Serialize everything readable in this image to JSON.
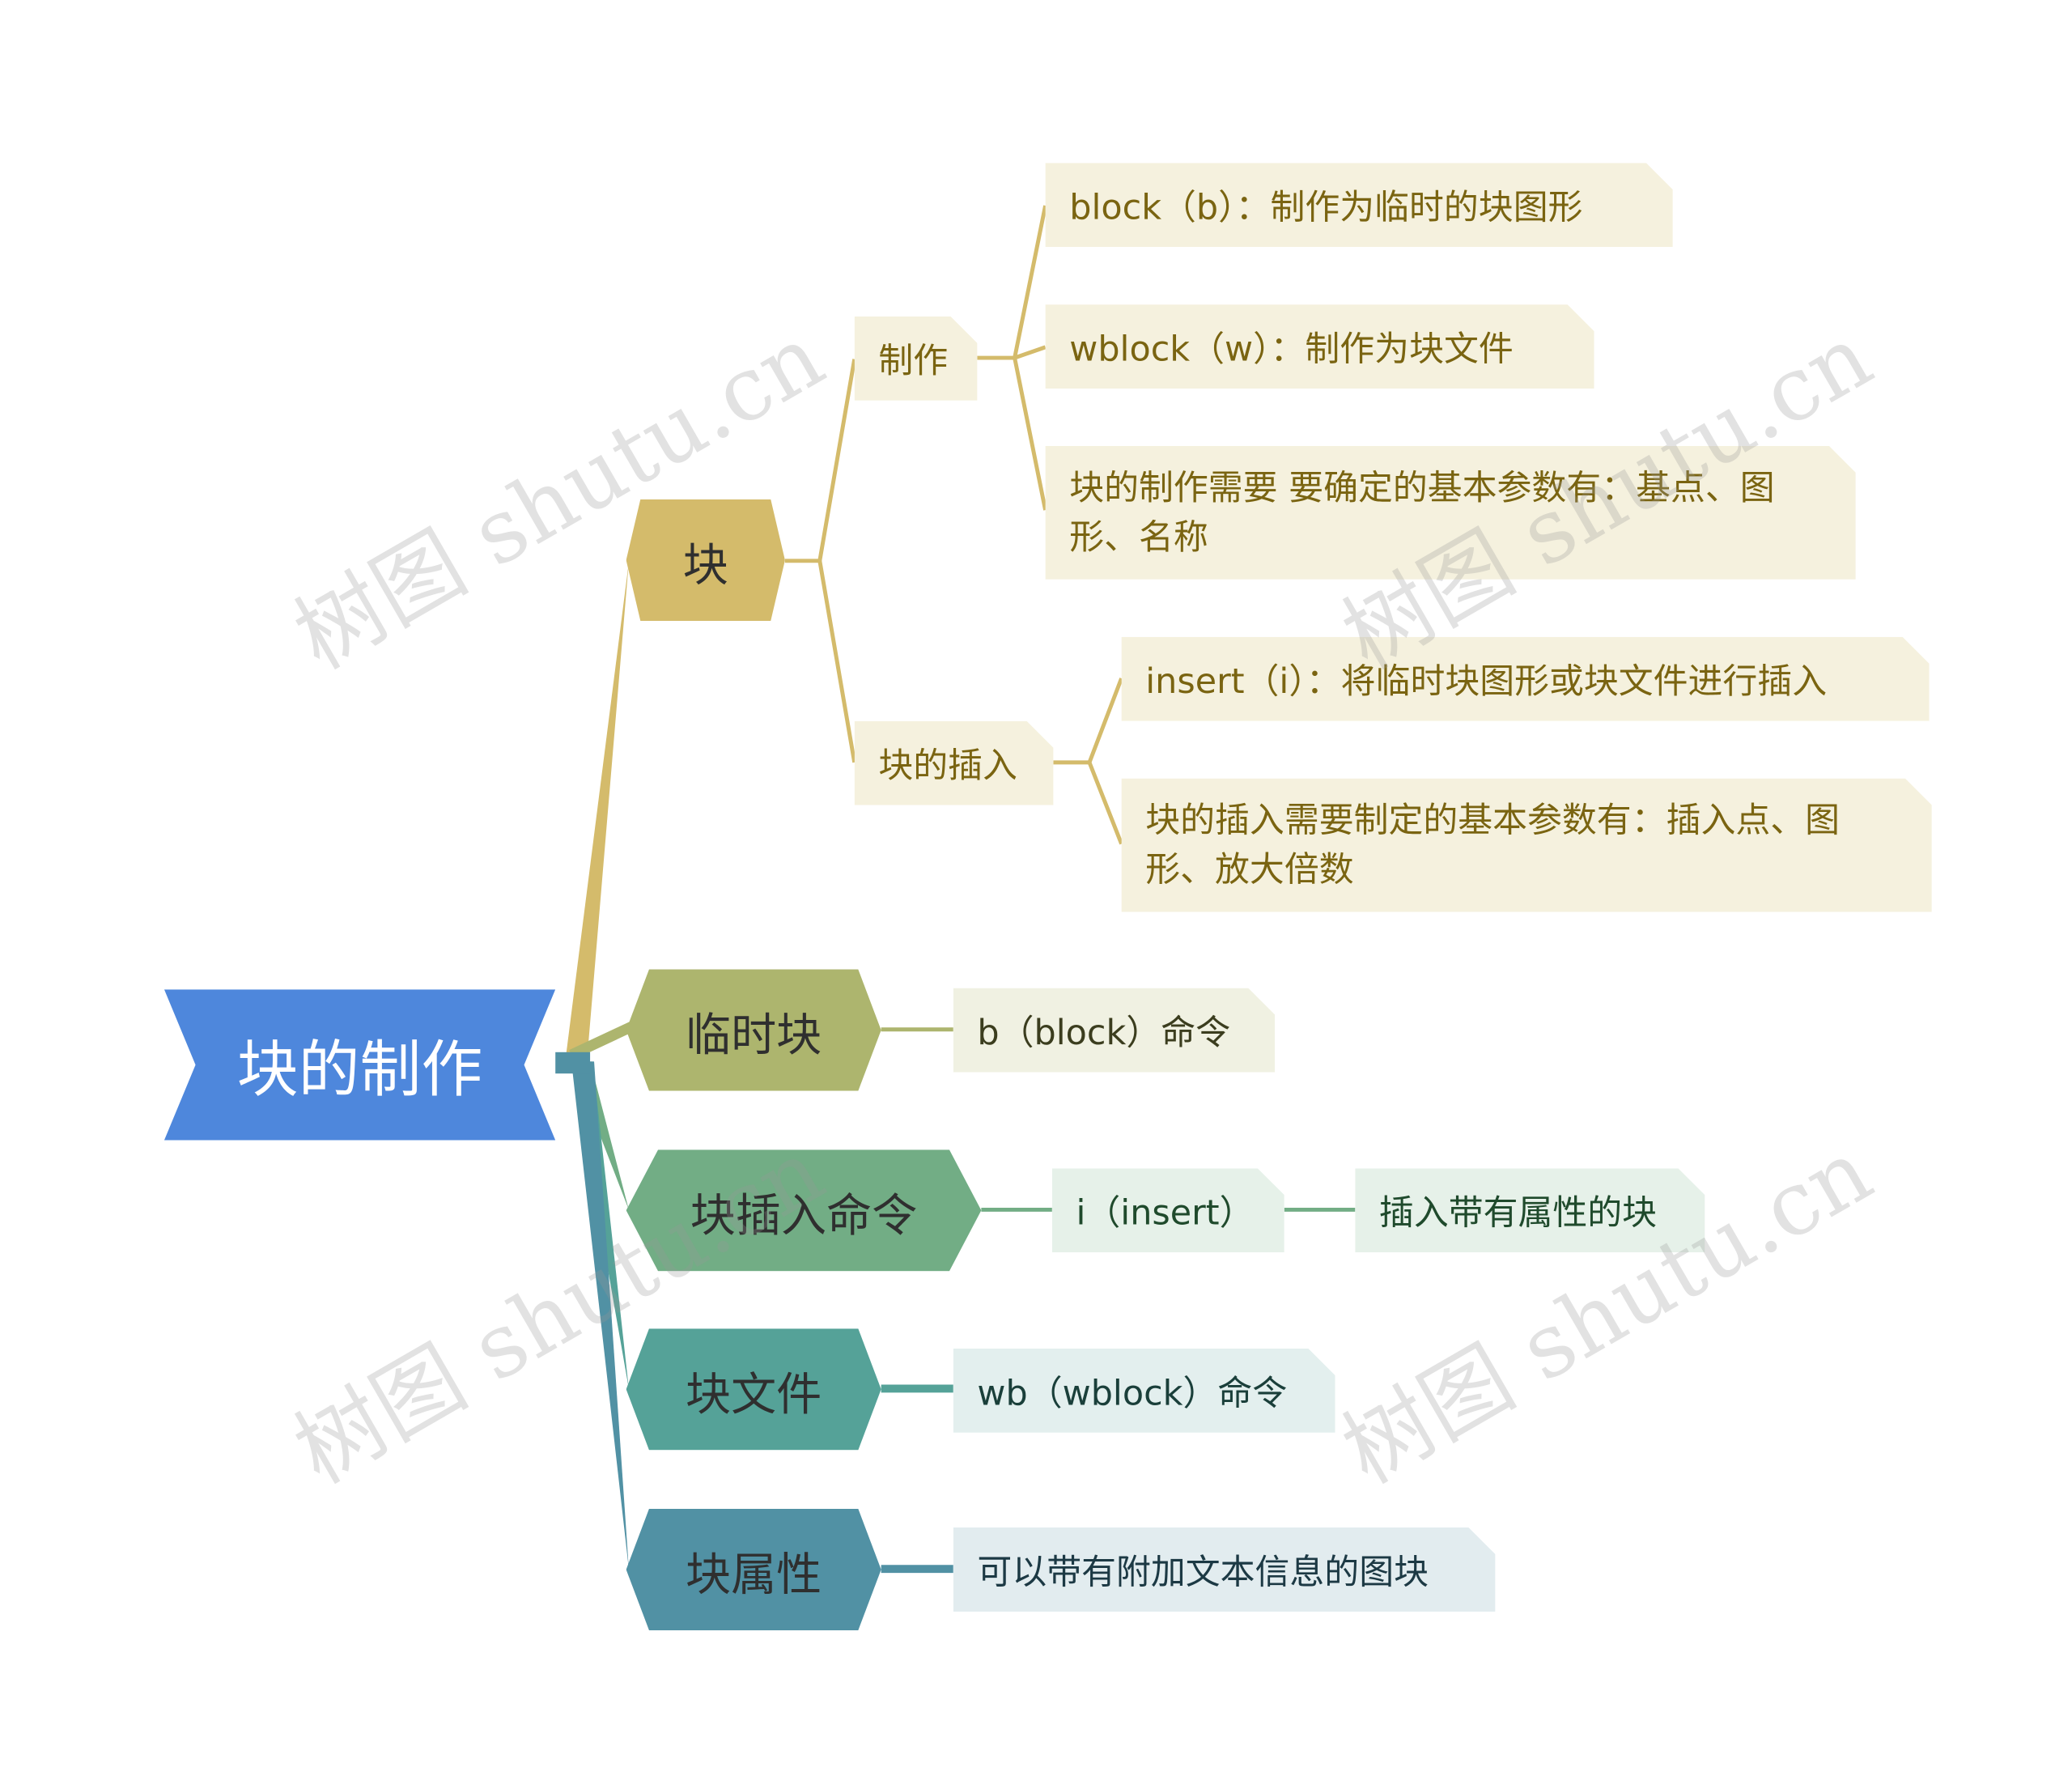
{
  "root": {
    "label": "块的制作"
  },
  "branches": {
    "block": {
      "label": "块",
      "children": {
        "make": {
          "label": "制作",
          "items": [
            "block（b）：制作为临时的块图形",
            "wblock（w）：制作为块文件",
            "块的制作需要 要确定的基本参数有：基点、图形、名称"
          ]
        },
        "insert": {
          "label": "块的插入",
          "items": [
            "insert（i）：将临时块图形或块文件进行插入",
            "块的插入需要制定的基本参数有：插入点、图形、放大倍数"
          ]
        }
      }
    },
    "temp_block": {
      "label": "临时块",
      "detail": "b（block）命令"
    },
    "insert_cmd": {
      "label": "块插入命令",
      "detail": "i（insert）",
      "sub_detail": "插入带有属性的块"
    },
    "block_file": {
      "label": "块文件",
      "detail": "wb（wblock）命令"
    },
    "block_attr": {
      "label": "块属性",
      "detail": "可以带有附加文本信息的图块"
    }
  },
  "watermark": "树图 shutu.cn",
  "colors": {
    "root": "#4e87dc",
    "block": "#d4bb6b",
    "temp_block": "#adb56e",
    "insert_cmd": "#72ad85",
    "block_file": "#55a298",
    "block_attr": "#5191a4",
    "leaf_text_gold": "#7a6411"
  }
}
